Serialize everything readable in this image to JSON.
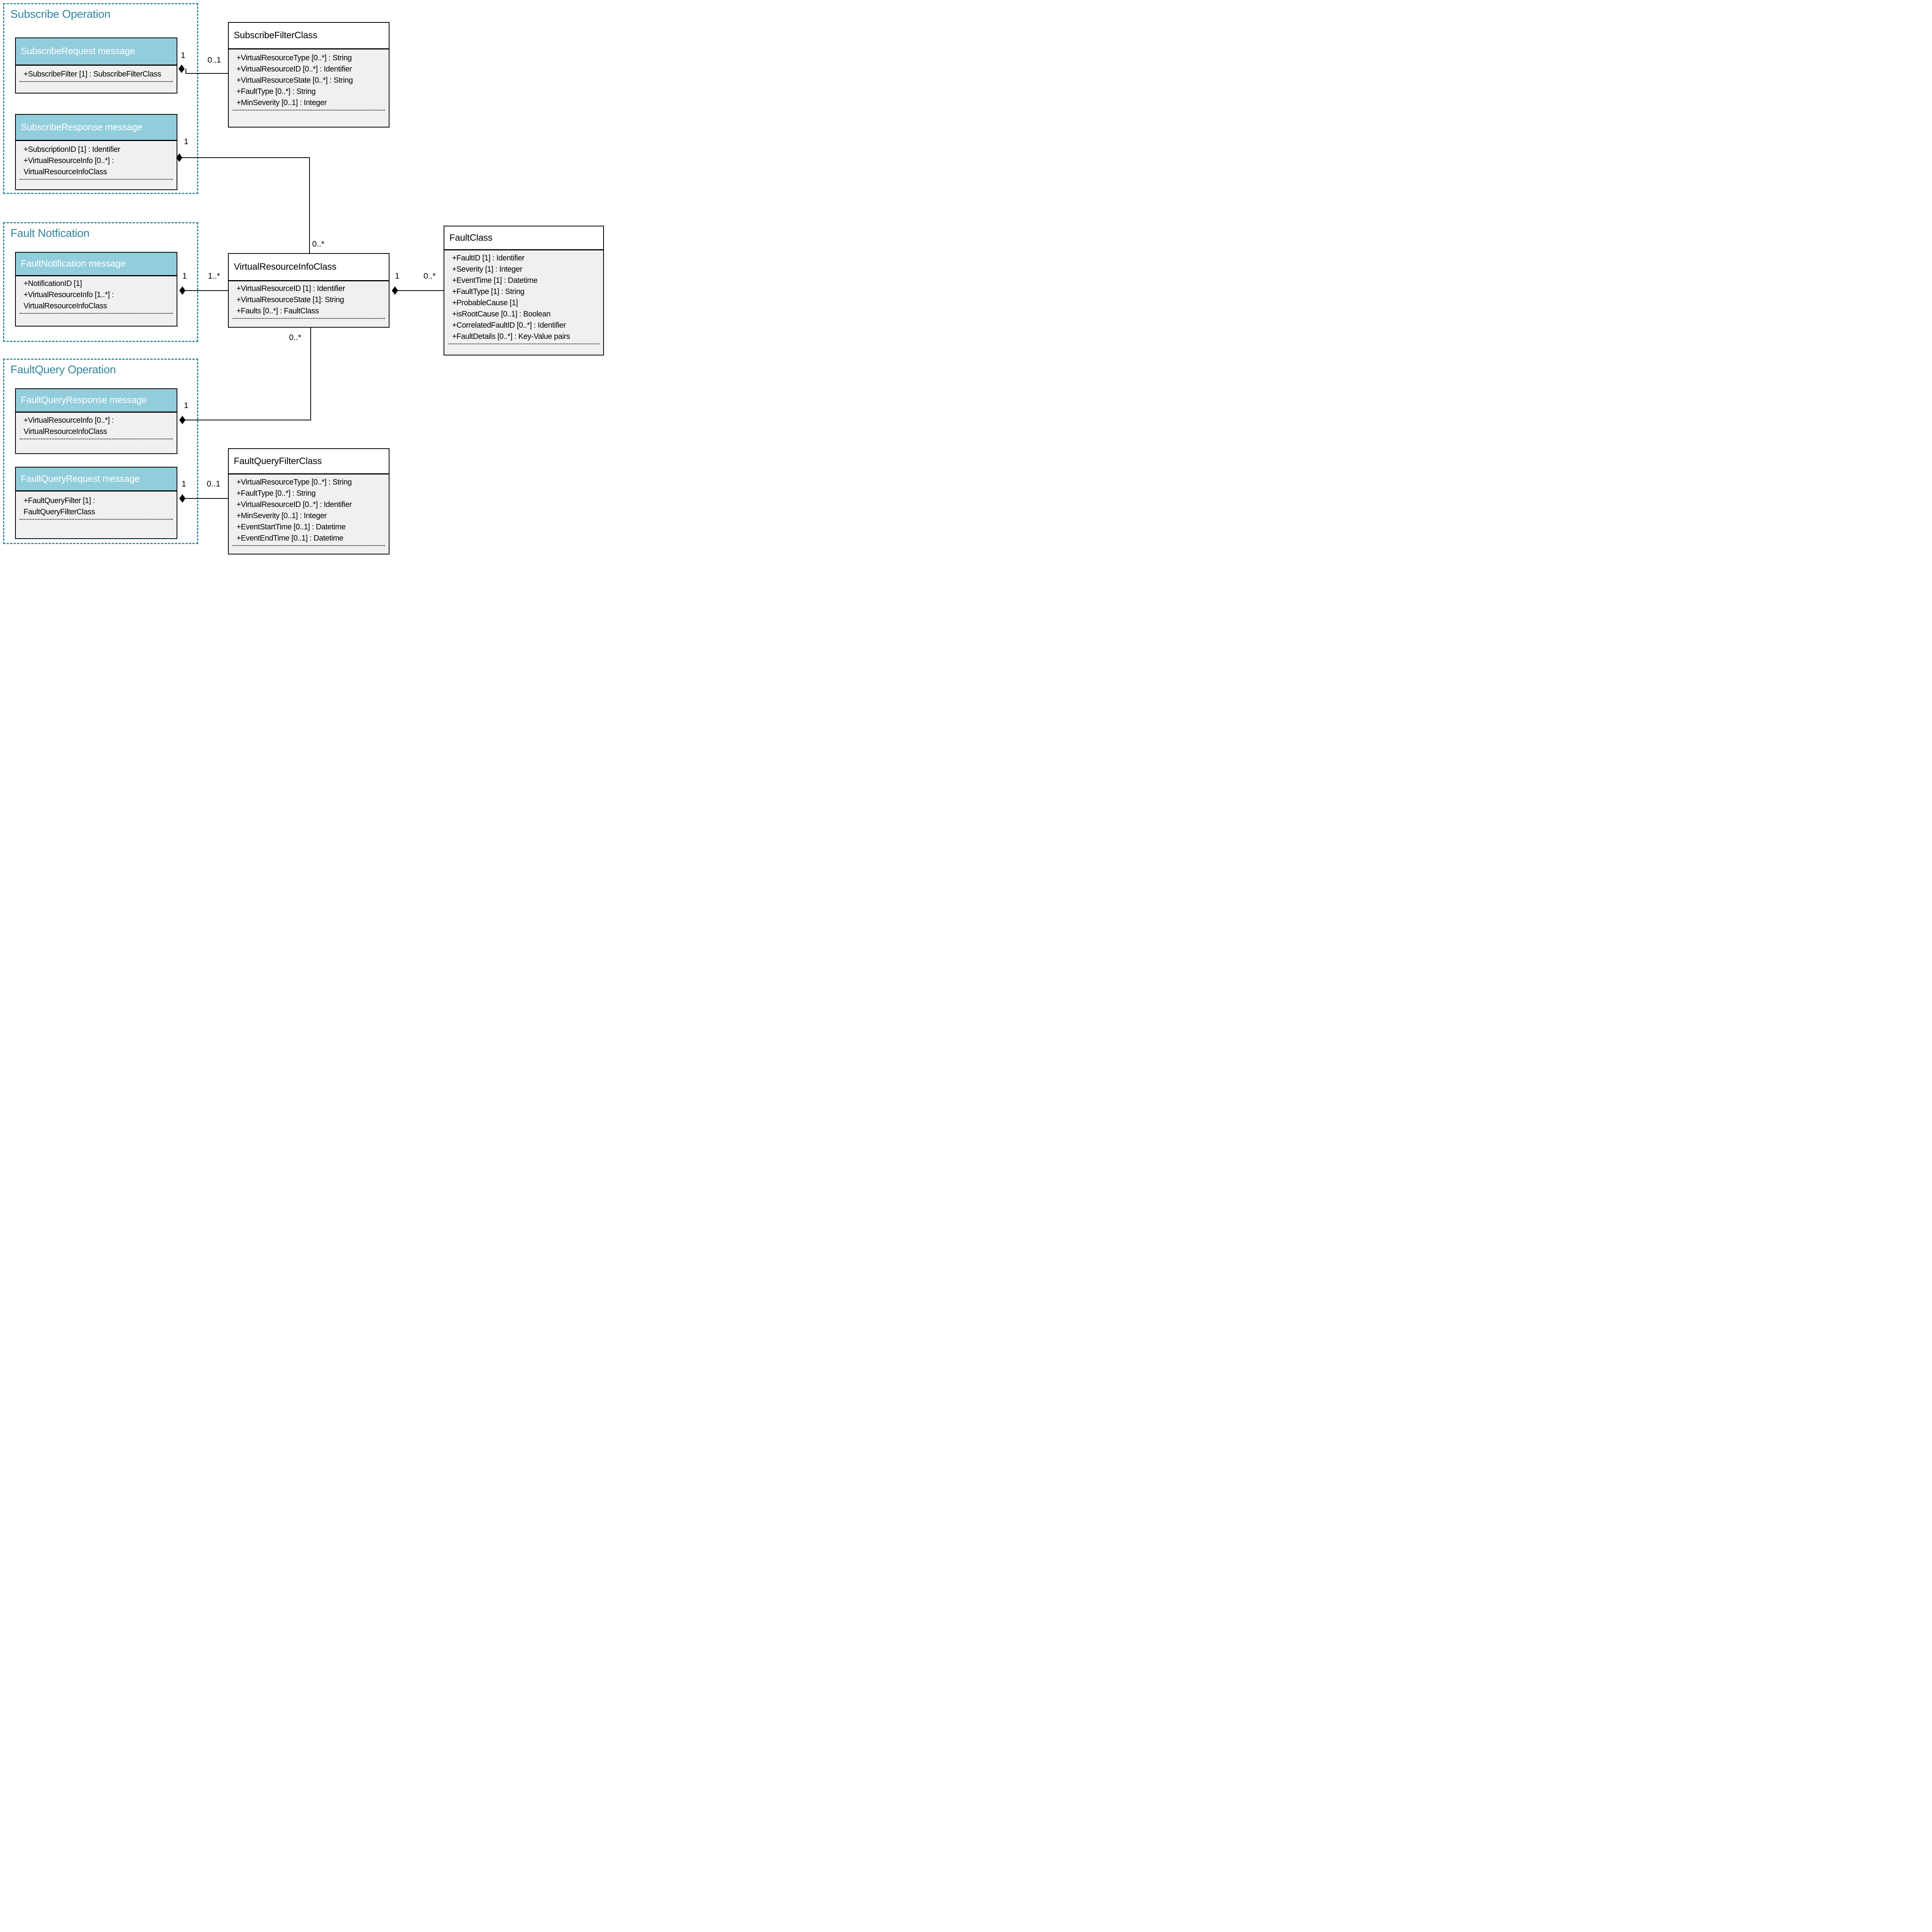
{
  "diagram": {
    "sections": {
      "subscribe": {
        "title": "Subscribe Operation"
      },
      "fault_notification": {
        "title": "Fault Notfication"
      },
      "fault_query": {
        "title": "FaultQuery Operation"
      }
    },
    "classes": {
      "subscribe_request": {
        "title": "SubscribeRequest message",
        "attributes": [
          "+SubscribeFilter [1] : SubscribeFilterClass"
        ]
      },
      "subscribe_filter": {
        "title": "SubscribeFilterClass",
        "attributes": [
          "+VirtualResourceType [0..*] : String",
          "+VirtualResourceID [0..*] : Identifier",
          "+VirtualResourceState [0..*] : String",
          "+FaultType [0..*] : String",
          "+MinSeverity [0..1] : Integer"
        ]
      },
      "subscribe_response": {
        "title": "SubscribeResponse message",
        "attributes": [
          "+SubscriptionID [1] : Identifier",
          "+VirtualResourceInfo [0..*] :",
          "VirtualResourceInfoClass"
        ]
      },
      "fault_notification": {
        "title": "FaultNotification message",
        "attributes": [
          "+NotificationID [1]",
          "+VirtualResourceInfo [1..*] :",
          "VirtualResourceInfoClass"
        ]
      },
      "virtual_resource_info": {
        "title": "VirtualResourceInfoClass",
        "attributes": [
          "+VirtualResourceID [1] : Identifier",
          "+VirtualResourceState [1]: String",
          "+Faults [0..*] : FaultClass"
        ]
      },
      "fault": {
        "title": "FaultClass",
        "attributes": [
          "+FaultID [1] : Identifier",
          "+Severity [1] : Integer",
          "+EventTime [1] : Datetime",
          "+FaultType [1] : String",
          "+ProbableCause [1]",
          "+isRootCause [0..1] : Boolean",
          "+CorrelatedFaultID [0..*] : Identifier",
          "+FaultDetails [0..*] : Key-Value pairs"
        ]
      },
      "fault_query_response": {
        "title": "FaultQueryResponse message",
        "attributes": [
          "+VirtualResourceInfo [0..*] :",
          "VirtualResourceInfoClass"
        ]
      },
      "fault_query_request": {
        "title": "FaultQueryRequest message",
        "attributes": [
          "+FaultQueryFilter [1] :",
          "FaultQueryFilterClass"
        ]
      },
      "fault_query_filter": {
        "title": "FaultQueryFilterClass",
        "attributes": [
          "+VirtualResourceType [0..*] : String",
          "+FaultType [0..*] : String",
          "+VirtualResourceID [0..*] : Identifier",
          "+MinSeverity [0..1] : Integer",
          "+EventStartTime [0..1] : Datetime",
          "+EventEndTime [0..1] : Datetime"
        ]
      }
    },
    "connectors": {
      "subscribe_request_to_filter": {
        "near": "1",
        "far": "0..1"
      },
      "subscribe_response_to_vri": {
        "near": "1",
        "far": "0..*"
      },
      "fault_notification_to_vri": {
        "near": "1",
        "far": "1..*"
      },
      "vri_to_fault": {
        "near": "1",
        "far": "0..*"
      },
      "fault_query_response_to_vri": {
        "near": "1",
        "far": "0..*"
      },
      "fault_query_request_to_filter": {
        "near": "1",
        "far": "0..1"
      }
    },
    "colors": {
      "accent": "#31849B",
      "message_header_fill": "#92CDDC",
      "body_fill": "#F0F0F0",
      "line": "#000000"
    }
  }
}
